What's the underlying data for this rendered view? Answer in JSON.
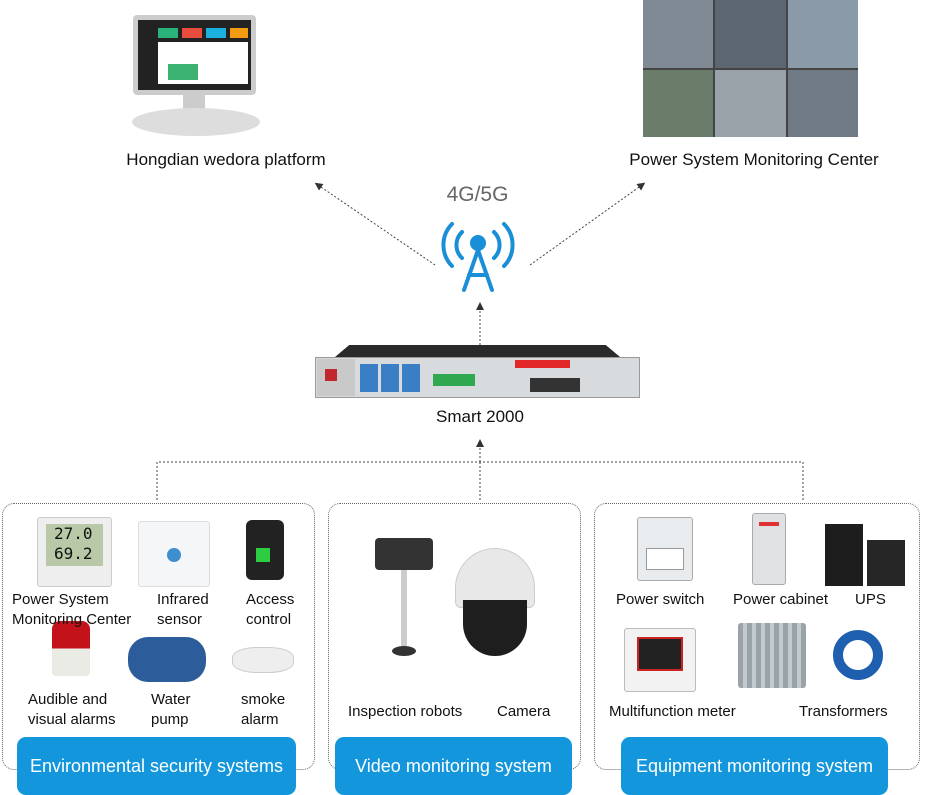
{
  "top": {
    "platform_label": "Hongdian wedora platform",
    "center_label": "Power System Monitoring Center",
    "network_label": "4G/5G",
    "device_label": "Smart 2000"
  },
  "systems": [
    {
      "title": "Environmental security systems",
      "items": [
        "Power System\nMonitoring Center",
        "Infrared\nsensor",
        "Access\ncontrol",
        "Audible and\nvisual alarms",
        "Water\npump",
        "smoke\nalarm"
      ],
      "sensor_readings": [
        "27.0",
        "69.2"
      ]
    },
    {
      "title": "Video monitoring system",
      "items": [
        "Inspection robots",
        "Camera"
      ]
    },
    {
      "title": "Equipment monitoring system",
      "items": [
        "Power switch",
        "Power cabinet",
        "UPS",
        "Multifunction meter",
        "Transformers"
      ]
    }
  ],
  "colors": {
    "accent": "#1496dc",
    "tower": "#1a8fd8"
  },
  "icons": [
    "monitor-icon",
    "video-wall-icon",
    "cell-tower-icon",
    "gateway-device-icon"
  ]
}
